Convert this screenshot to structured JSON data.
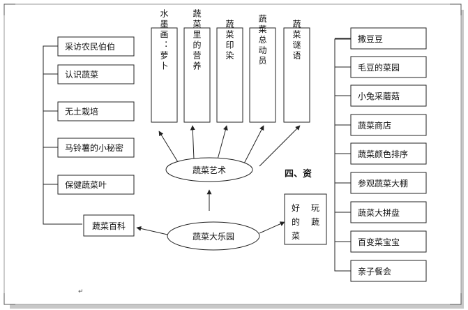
{
  "center": "蔬菜大乐园",
  "art": {
    "label": "蔬菜艺术",
    "items": [
      "水墨画：萝卜",
      "蔬菜里的营养",
      "蔬菜印染",
      "蔬菜总动员",
      "蔬菜谜语"
    ]
  },
  "encyclopedia": {
    "label": "蔬菜百科",
    "items": [
      "采访农民伯伯",
      "认识蔬菜",
      "无土栽培",
      "马铃薯的小秘密",
      "保健蔬菜叶"
    ]
  },
  "fun": {
    "label": "好玩的蔬菜",
    "items": [
      "撒豆豆",
      "毛豆的菜园",
      "小兔采蘑菇",
      "蔬菜商店",
      "蔬菜颜色排序",
      "参观蔬菜大棚",
      "蔬菜大拼盘",
      "百变菜宝宝",
      "亲子餐会"
    ]
  },
  "heading": "四、资",
  "paragraph_mark": "↵"
}
